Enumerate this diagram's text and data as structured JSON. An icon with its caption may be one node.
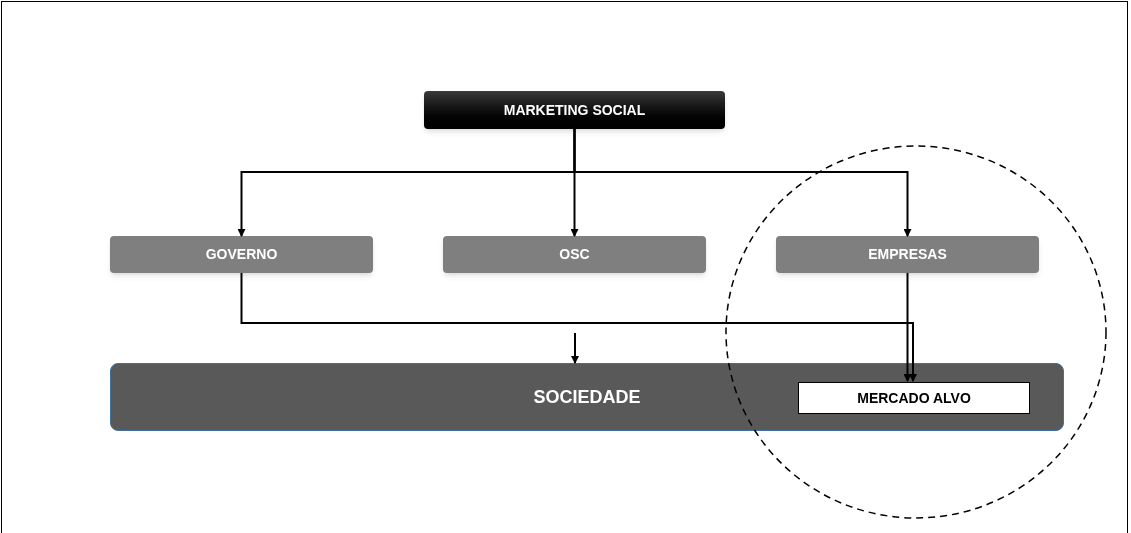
{
  "diagram": {
    "nodes": [
      {
        "text": [
          "MARKETING SOCIAL"
        ]
      },
      {
        "text": [
          "GOVERNO"
        ]
      },
      {
        "text": [
          "OSC"
        ]
      },
      {
        "text": [
          "EMPRESAS"
        ]
      },
      {
        "text": [
          "SOCIEDADE"
        ]
      },
      {
        "text": [
          "MERCADO ALVO"
        ],
        "in": 4
      }
    ],
    "edges": [
      {
        "from": 0,
        "to": 1,
        "arrow": "to"
      },
      {
        "from": 0,
        "to": 2,
        "arrow": "to"
      },
      {
        "from": 0,
        "to": 3,
        "arrow": "to"
      },
      {
        "from": 1,
        "to": 5,
        "arrow": "to"
      },
      {
        "from": 3,
        "to": 5,
        "arrow": "to"
      },
      {
        "from": null,
        "to": 4,
        "arrow": "to"
      }
    ]
  }
}
